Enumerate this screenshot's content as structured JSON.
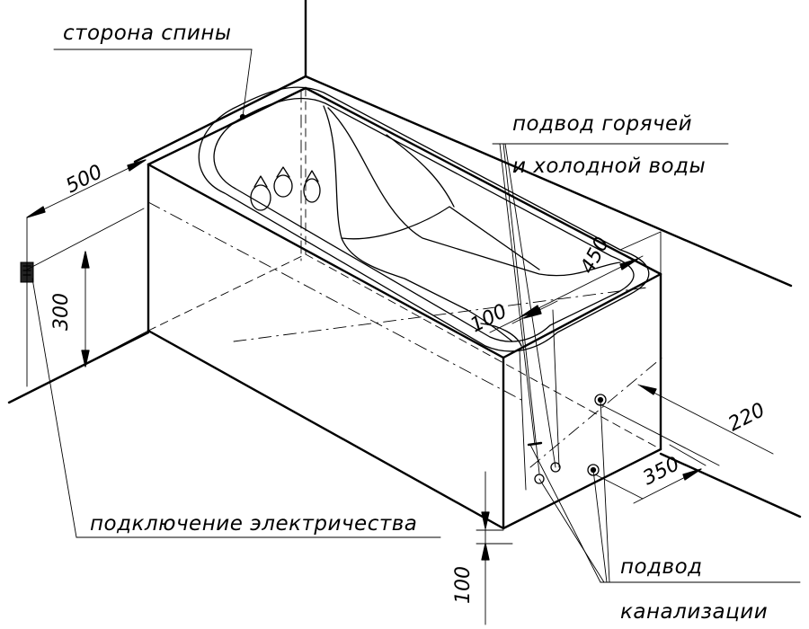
{
  "labels": {
    "back_side": "сторона спины",
    "water_supply_1": "подвод горячей",
    "water_supply_2": "и холодной воды",
    "electric": "подключение электричества",
    "drain_1": "подвод",
    "drain_2": "канализации"
  },
  "dimensions": {
    "d500": "500",
    "d300": "300",
    "d450": "450",
    "d100_top": "100",
    "d220": "220",
    "d350": "350",
    "d100_bottom": "100"
  }
}
